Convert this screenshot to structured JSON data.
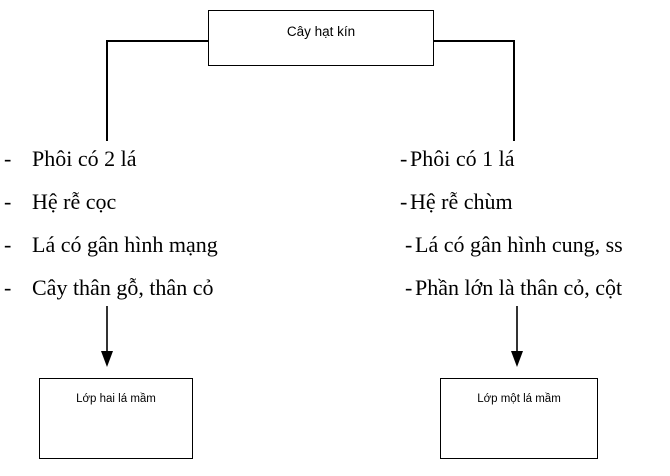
{
  "diagram": {
    "title": "Cây hạt kín",
    "root_node": {
      "label": "Cây hạt kín"
    },
    "branches": [
      {
        "side": "left",
        "bullet": "-",
        "traits": [
          "Phôi có 2 lá",
          "Hệ rễ cọc",
          "Lá có gân hình mạng",
          "Cây thân gỗ, thân cỏ"
        ],
        "result_node": {
          "label": "Lớp hai lá mầm"
        }
      },
      {
        "side": "right",
        "bullet": "-",
        "traits": [
          "Phôi có 1 lá",
          "Hệ rễ chùm",
          "Lá có gân hình cung, ss",
          "Phần lớn là thân cỏ, cột"
        ],
        "result_node": {
          "label": "Lớp một lá mầm"
        }
      }
    ],
    "colors": {
      "background": "#ffffff",
      "stroke": "#000000",
      "text": "#000000"
    }
  }
}
